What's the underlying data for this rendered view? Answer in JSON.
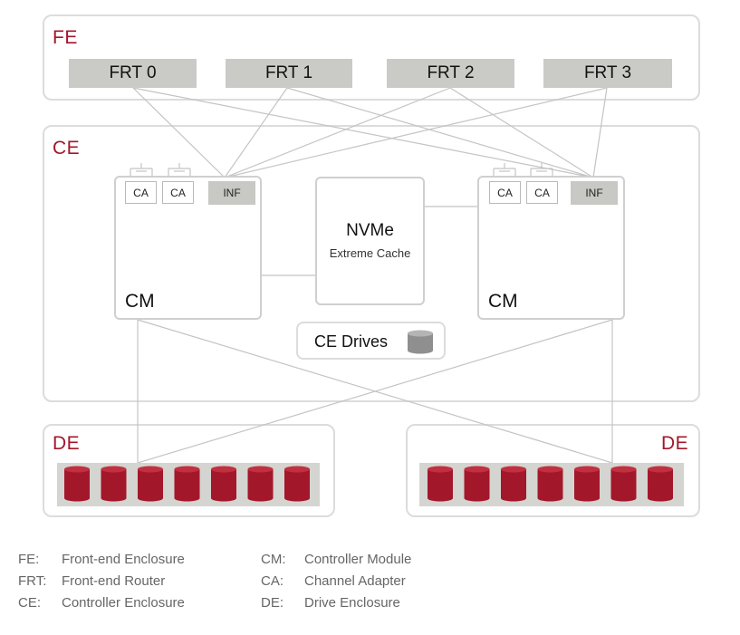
{
  "fe": {
    "tag": "FE",
    "routers": [
      "FRT 0",
      "FRT 1",
      "FRT 2",
      "FRT 3"
    ]
  },
  "ce": {
    "tag": "CE",
    "cm_left": {
      "label": "CM",
      "ca": [
        "CA",
        "CA"
      ],
      "inf": "INF"
    },
    "cm_right": {
      "label": "CM",
      "ca": [
        "CA",
        "CA"
      ],
      "inf": "INF"
    },
    "nvme": {
      "title": "NVMe",
      "subtitle": "Extreme Cache"
    },
    "drives": {
      "label": "CE Drives",
      "icon": "drive-cylinder-icon"
    }
  },
  "de_left": {
    "tag": "DE",
    "drive_count": 7,
    "icon": "drive-cylinder-icon"
  },
  "de_right": {
    "tag": "DE",
    "drive_count": 7,
    "icon": "drive-cylinder-icon"
  },
  "legend": [
    {
      "abbr": "FE:",
      "text": "Front-end Enclosure"
    },
    {
      "abbr": "FRT:",
      "text": "Front-end Router"
    },
    {
      "abbr": "CE:",
      "text": "Controller Enclosure"
    },
    {
      "abbr": "CM:",
      "text": "Controller Module"
    },
    {
      "abbr": "CA:",
      "text": "Channel Adapter"
    },
    {
      "abbr": "DE:",
      "text": "Drive Enclosure"
    }
  ],
  "colors": {
    "accent": "#a3172b",
    "drive": "#a3172b",
    "frt_fill": "#cacac6",
    "border": "#dcdcdc",
    "wire": "#c4c4c4"
  }
}
